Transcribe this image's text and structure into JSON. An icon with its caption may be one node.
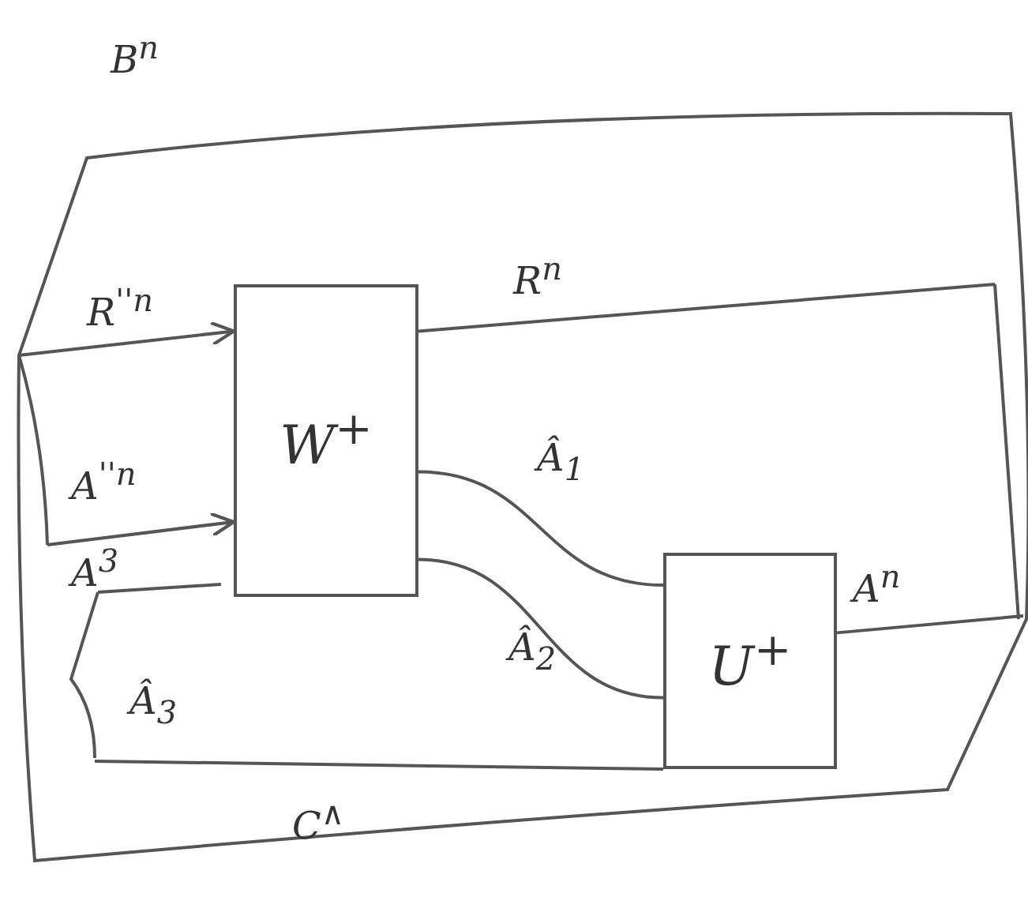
{
  "diagram": {
    "nodes": [
      {
        "text": [
          "W$^{+}$"
        ]
      },
      {
        "text": [
          "U$^{+}$"
        ]
      }
    ],
    "edges": [
      {
        "from": null,
        "to": 0,
        "arrow": "to"
      },
      {
        "from": null,
        "to": 0,
        "arrow": "to"
      },
      {
        "from": 0,
        "to": null,
        "arrow": "none"
      },
      {
        "from": 0,
        "to": 1,
        "arrow": "none"
      },
      {
        "from": 0,
        "to": 1,
        "arrow": "none"
      },
      {
        "from": null,
        "to": 1,
        "arrow": "none"
      },
      {
        "from": 1,
        "to": null,
        "arrow": "none"
      }
    ],
    "labels": [
      "B$^{n}$",
      "R$^{''n}$",
      "R$^{n}$",
      "A$^{''n}$",
      "A$^{3}$",
      "Â$_{1}$",
      "Â$_{2}$",
      "Â$_{3}$",
      "A$^{n}$",
      "C$^{∧}$"
    ]
  }
}
